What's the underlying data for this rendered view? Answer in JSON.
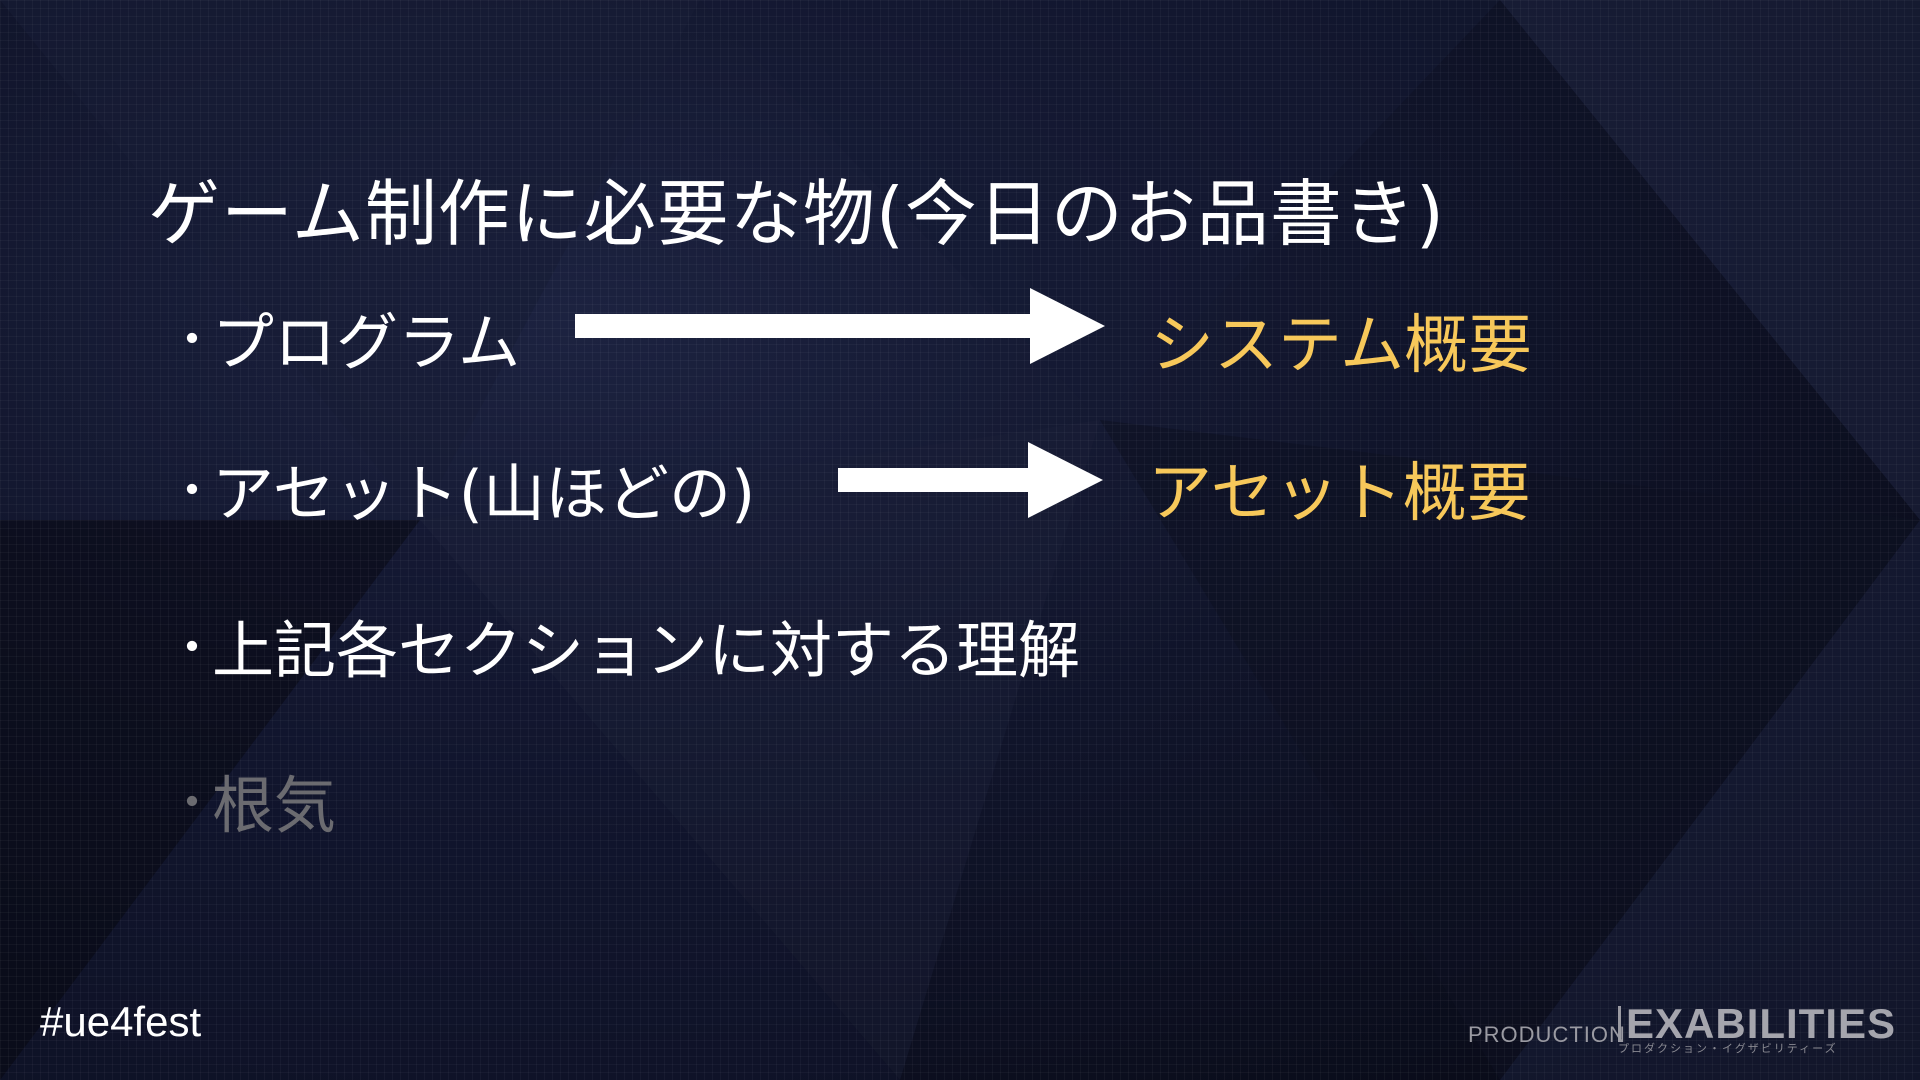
{
  "slide": {
    "title": "ゲーム制作に必要な物(今日のお品書き)",
    "bullet_symbol": "・",
    "items": [
      {
        "label": "プログラム",
        "target": "システム概要"
      },
      {
        "label": "アセット(山ほどの)",
        "target": "アセット概要"
      },
      {
        "label": "上記各セクションに対する理解"
      },
      {
        "label": "根気"
      }
    ]
  },
  "footer": {
    "hashtag": "#ue4fest",
    "logo_production": "PRODUCTION",
    "logo_main": "EXABILITIES",
    "logo_sub": "プロダクション・イグザビリティーズ"
  },
  "colors": {
    "text": "#ffffff",
    "highlight": "#f7c85a",
    "dimmed": "#6b6b70",
    "background": "#0b0d18"
  },
  "icons": {
    "arrow_1": "right-arrow-icon",
    "arrow_2": "right-arrow-icon"
  }
}
